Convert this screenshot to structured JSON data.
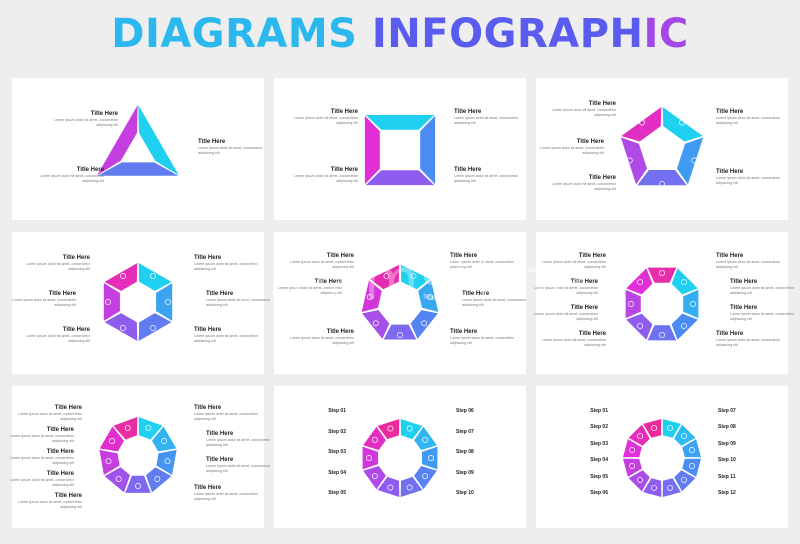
{
  "title": {
    "part1": "DIAGRAMS",
    "part2": "INFOGRAPH",
    "part3": "IC"
  },
  "label": {
    "title": "Title Here",
    "desc": "Lorem ipsum dolor sit amet, consectetur adipiscing elit"
  },
  "panels": [
    {
      "id": "p1",
      "shape": "triangle",
      "n": 3
    },
    {
      "id": "p2",
      "shape": "square",
      "n": 4
    },
    {
      "id": "p3",
      "shape": "pentagon",
      "n": 5
    },
    {
      "id": "p4",
      "shape": "hexagon",
      "n": 6
    },
    {
      "id": "p5",
      "shape": "heptagon",
      "n": 7
    },
    {
      "id": "p6",
      "shape": "octagon",
      "n": 8
    },
    {
      "id": "p7",
      "shape": "nonagon",
      "n": 9
    },
    {
      "id": "p8",
      "shape": "decagon",
      "n": 10,
      "steps_left": [
        "Step 01",
        "Step 02",
        "Step 03",
        "Step 04",
        "Step 05"
      ],
      "steps_right": [
        "Step 06",
        "Step 07",
        "Step 08",
        "Step 09",
        "Step 10"
      ]
    },
    {
      "id": "p9",
      "shape": "dodecagon",
      "n": 12,
      "steps_left": [
        "Step 01",
        "Step 02",
        "Step 03",
        "Step 04",
        "Step 05",
        "Step 06"
      ],
      "steps_right": [
        "Step 07",
        "Step 08",
        "Step 09",
        "Step 10",
        "Step 11",
        "Step 12"
      ]
    }
  ],
  "colors": {
    "cyan": "#1fd0f0",
    "blue": "#4a8cf2",
    "purple": "#8f5cf0",
    "magenta": "#e02fd6",
    "pink": "#ee2a7b"
  },
  "watermark": "dreamstime"
}
